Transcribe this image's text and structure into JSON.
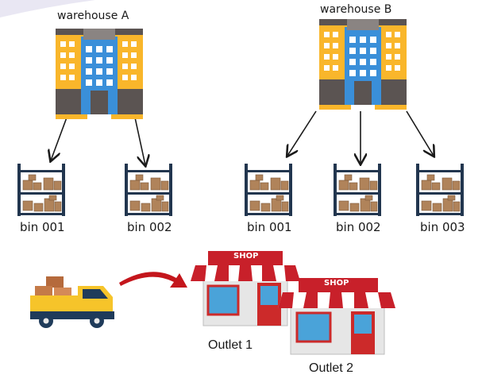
{
  "warehouses": [
    {
      "label": "warehouse A",
      "bins": [
        "bin 001",
        "bin 002"
      ]
    },
    {
      "label": "warehouse B",
      "bins": [
        "bin 001",
        "bin 002",
        "bin 003"
      ]
    }
  ],
  "outlets": [
    {
      "label": "Outlet 1",
      "sign": "SHOP"
    },
    {
      "label": "Outlet 2",
      "sign": "SHOP"
    }
  ],
  "colors": {
    "building_yellow": "#f9b62b",
    "building_blue": "#3a8fd9",
    "building_roof": "#5b5452",
    "window_white": "#ffffff",
    "shelf_navy": "#22364f",
    "box_tan": "#b0835a",
    "shop_red": "#c8202a",
    "shop_window": "#4aa3d9",
    "truck_yellow": "#f6c42a",
    "truck_blue": "#1f3b5a",
    "curved_arrow_red": "#c4161c",
    "arrow_black": "#1a1a1a"
  },
  "icons": [
    "warehouse-building-icon",
    "shelf-bin-icon",
    "delivery-truck-icon",
    "shop-storefront-icon",
    "curved-arrow-icon"
  ]
}
